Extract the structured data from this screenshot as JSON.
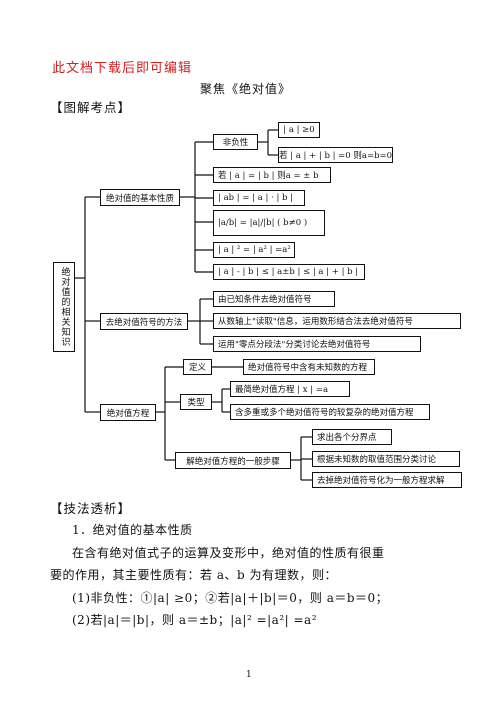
{
  "header": {
    "note": "此文档下载后即可编辑",
    "title": "聚焦《绝对值》",
    "section1": "【图解考点】",
    "section2": "【技法透析】"
  },
  "diagram": {
    "root": "绝对值的相关知识",
    "branch1": {
      "label": "绝对值的基本性质",
      "sub1": {
        "label": "非负性",
        "items": [
          "| a | ≥0",
          "若 | a | + | b | =0 则a=b=0"
        ]
      },
      "items": [
        "若 | a | = | b |  则a = ± b",
        "| ab | = | a | · | b |",
        "|a/b| = |a|/|b|  ( b≠0 )",
        "| a | ² = | a² | =a²",
        "| a | - | b | ≤ | a±b | ≤ | a | + | b |"
      ]
    },
    "branch2": {
      "label": "去绝对值符号的方法",
      "items": [
        "由已知条件去绝对值符号",
        "从数轴上\"读取\"信息，运用数形结合法去绝对值符号",
        "运用\"零点分段法\"分类讨论去绝对值符号"
      ]
    },
    "branch3": {
      "label": "绝对值方程",
      "def": {
        "label": "定义",
        "item": "绝对值符号中含有未知数的方程"
      },
      "types": {
        "label": "类型",
        "items": [
          "最简绝对值方程 | x | =a",
          "含多重或多个绝对值符号的较复杂的绝对值方程"
        ]
      },
      "steps": {
        "label": "解绝对值方程的一般步骤",
        "items": [
          "求出各个分界点",
          "根据未知数的取值范围分类讨论",
          "去掉绝对值符号化为一般方程求解"
        ]
      }
    }
  },
  "body": {
    "heading1": "1．绝对值的基本性质",
    "para1": "在含有绝对值式子的运算及变形中，绝对值的性质有很重",
    "para2": "要的作用，其主要性质有：若 a、b 为有理数，则：",
    "item1": "(1)非负性：①|a| ≥0；②若|a|＋|b|＝0，则 a＝b＝0；",
    "item2": "(2)若|a|＝|b|，则 a＝±b；|a|² =|a²| =a²"
  },
  "footer": {
    "page": "1"
  }
}
